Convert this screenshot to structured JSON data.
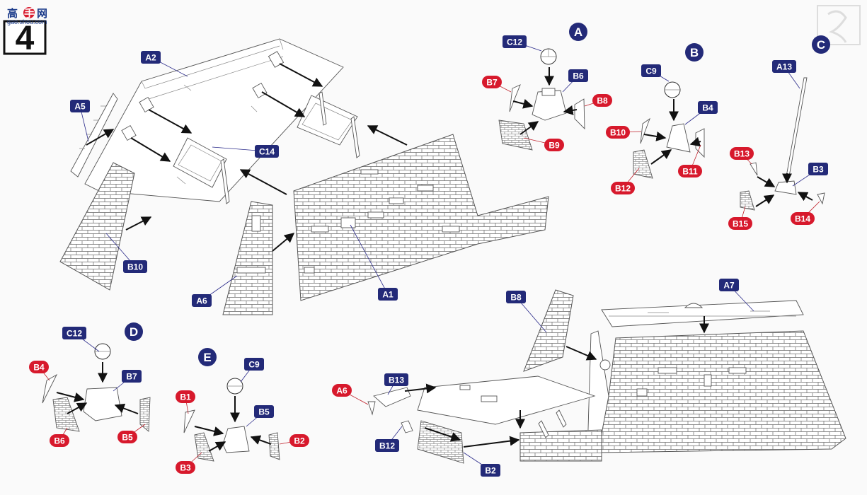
{
  "step_number": "4",
  "watermark": {
    "chars": [
      "高",
      "手",
      "网"
    ],
    "url": "gao.shou.com"
  },
  "detail_markers": [
    "A",
    "B",
    "C",
    "D",
    "E"
  ],
  "colors": {
    "blue_label": "#232a78",
    "red_label": "#d7192c",
    "step_box": "#111111",
    "line": "#555555"
  },
  "labels": {
    "A1": "A1",
    "A2": "A2",
    "A5": "A5",
    "A6": "A6",
    "A7": "A7",
    "A13": "A13",
    "B1": "B1",
    "B2": "B2",
    "B3": "B3",
    "B4": "B4",
    "B5": "B5",
    "B6": "B6",
    "B7": "B7",
    "B8": "B8",
    "B9": "B9",
    "B10": "B10",
    "B11": "B11",
    "B12": "B12",
    "B13": "B13",
    "B14": "B14",
    "B15": "B15",
    "C9": "C9",
    "C12": "C12",
    "C14": "C14"
  }
}
